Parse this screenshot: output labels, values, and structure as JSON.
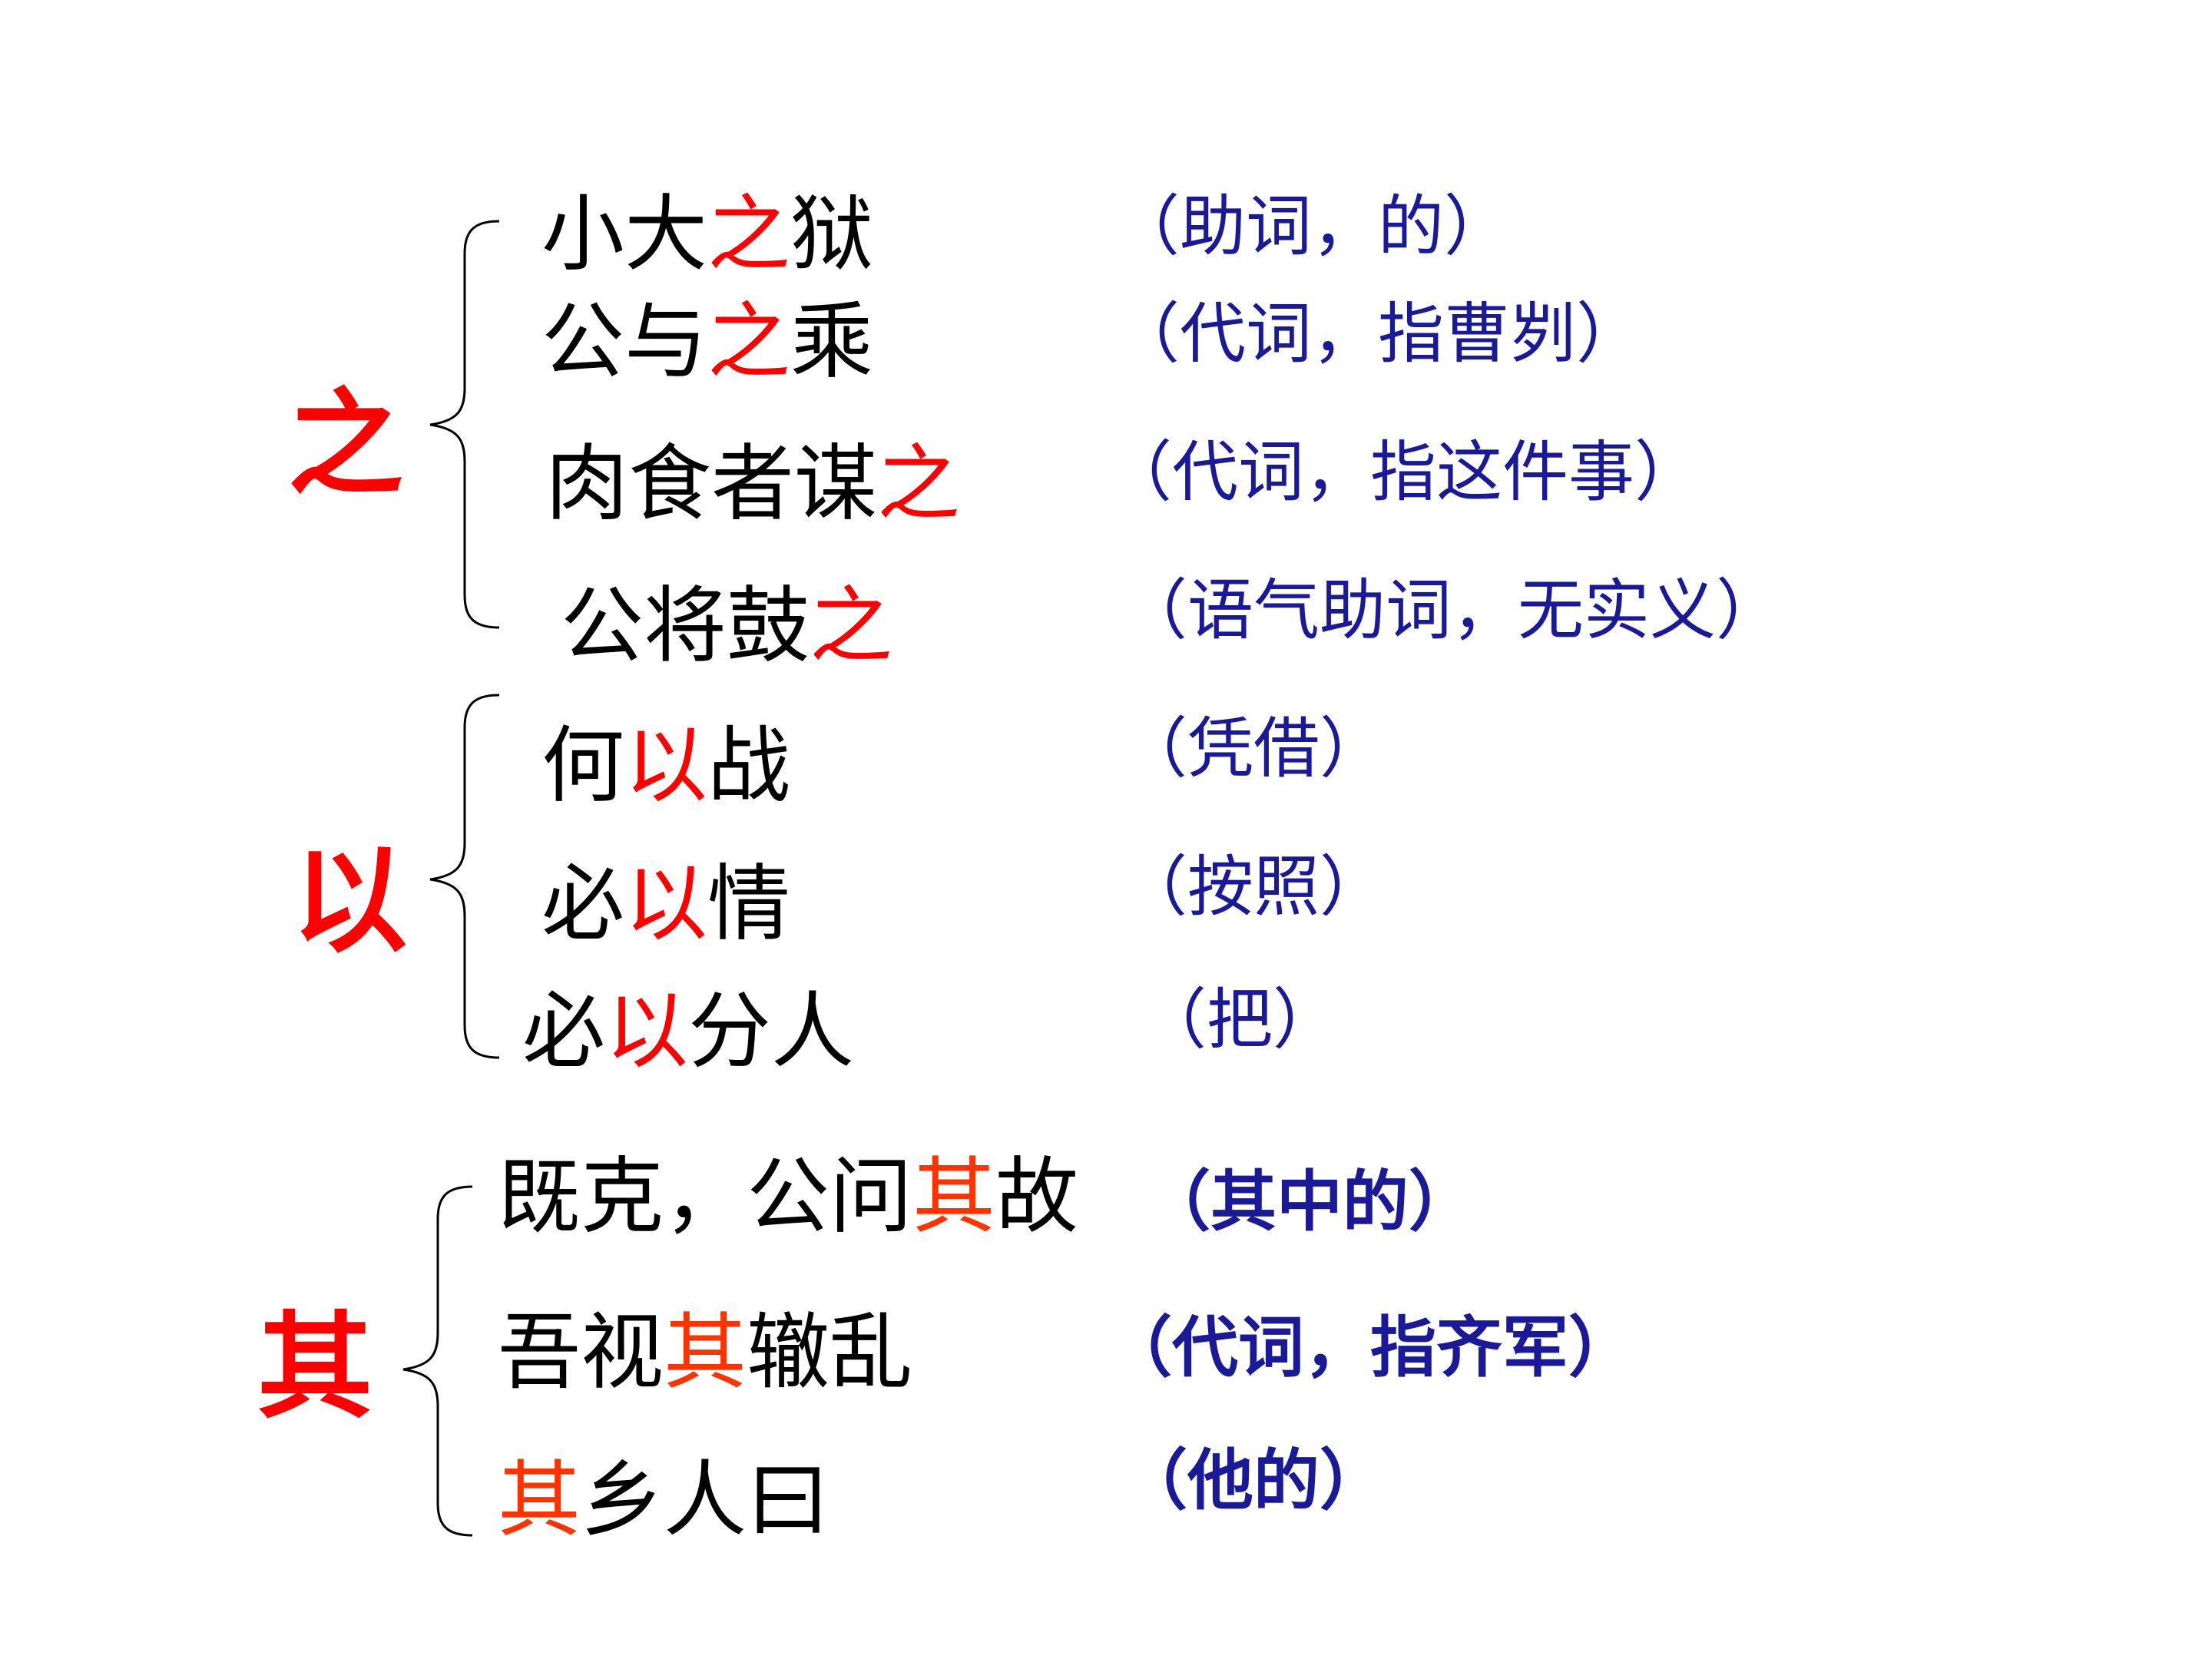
{
  "groups": [
    {
      "character": "之",
      "entries": [
        {
          "before": "小大",
          "key": "之",
          "after": "狱",
          "gloss": "（助词，的）"
        },
        {
          "before": "公与",
          "key": "之",
          "after": "乘",
          "gloss": "（代词，指曹刿）"
        },
        {
          "before": "肉食者谋",
          "key": "之",
          "after": "",
          "gloss": "（代词，指这件事）"
        },
        {
          "before": "公将鼓",
          "key": "之",
          "after": "",
          "gloss": "（语气助词，无实义）"
        }
      ]
    },
    {
      "character": "以",
      "entries": [
        {
          "before": "何",
          "key": "以",
          "after": "战",
          "gloss": "（凭借）"
        },
        {
          "before": "必",
          "key": "以",
          "after": "情",
          "gloss": "（按照）"
        },
        {
          "before": "必",
          "key": "以",
          "after": "分人",
          "gloss": "（把）"
        }
      ]
    },
    {
      "character": "其",
      "entries": [
        {
          "before": "既克，公问",
          "key": "其",
          "after": "故",
          "gloss": "（其中的）"
        },
        {
          "before": "吾视",
          "key": "其",
          "after": "辙乱",
          "gloss": "（代词，指齐军）"
        },
        {
          "before": "",
          "key": "其",
          "after": "乡人曰",
          "gloss": "（他的）"
        }
      ]
    }
  ],
  "colors": {
    "headword": "#ff0000",
    "phrase_text": "#000000",
    "gloss_text": "#1a1a99",
    "highlight_qi": "#ff3300"
  }
}
